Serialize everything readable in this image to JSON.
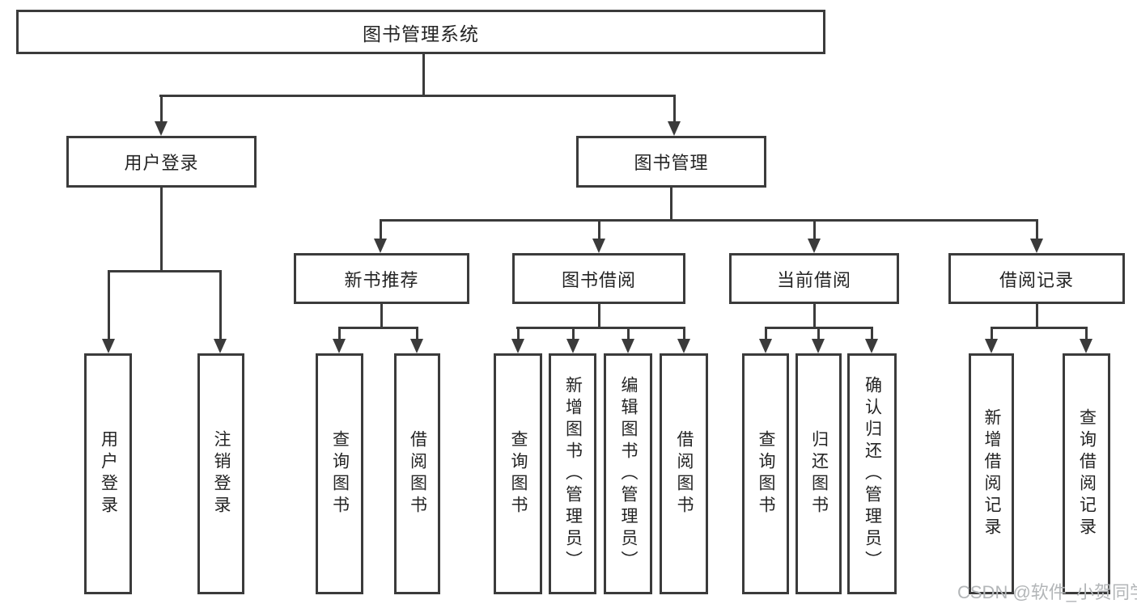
{
  "diagram_title": "图书管理系统",
  "tree": {
    "root": {
      "label": "图书管理系统"
    },
    "children": [
      {
        "label": "用户登录",
        "children": [
          {
            "label": "用户登录"
          },
          {
            "label": "注销登录"
          }
        ]
      },
      {
        "label": "图书管理",
        "children": [
          {
            "label": "新书推荐",
            "children": [
              {
                "label": "查询图书"
              },
              {
                "label": "借阅图书"
              }
            ]
          },
          {
            "label": "图书借阅",
            "children": [
              {
                "label": "查询图书"
              },
              {
                "label": "新增图书（管理员）"
              },
              {
                "label": "编辑图书（管理员）"
              },
              {
                "label": "借阅图书"
              }
            ]
          },
          {
            "label": "当前借阅",
            "children": [
              {
                "label": "查询图书"
              },
              {
                "label": "归还图书"
              },
              {
                "label": "确认归还（管理员）"
              }
            ]
          },
          {
            "label": "借阅记录",
            "children": [
              {
                "label": "新增借阅记录"
              },
              {
                "label": "查询借阅记录"
              }
            ]
          }
        ]
      }
    ]
  },
  "watermark": "CSDN @软件_小贺同学",
  "colors": {
    "line": "#3b3b3b",
    "text": "#242424",
    "watermark": "#b3b6b8",
    "background": "#ffffff"
  }
}
